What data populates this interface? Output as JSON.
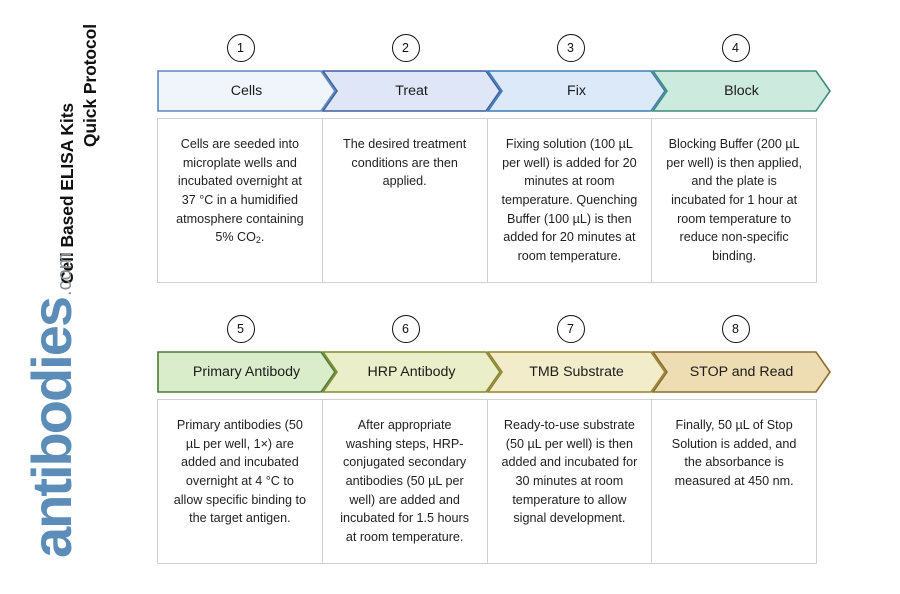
{
  "page": {
    "title_line1": "Cell Based ELISA Kits",
    "title_line2": "Quick Protocol"
  },
  "brand": {
    "name": "antibodies",
    "tld": ".com",
    "name_color": "#5b8db8",
    "tld_color": "#8a8f94"
  },
  "rows": [
    {
      "steps": [
        {
          "number": "1",
          "label": "Cells",
          "fill": "#f0f5fb",
          "stroke": "#5b87bd",
          "description": "Cells are seeded into microplate wells and incubated overnight at 37 °C in a humidified atmosphere containing 5% CO",
          "description_sub": "2",
          "description_tail": "."
        },
        {
          "number": "2",
          "label": "Treat",
          "fill": "#dfe6f7",
          "stroke": "#3f5fa0",
          "description": "The desired treatment conditions are then applied."
        },
        {
          "number": "3",
          "label": "Fix",
          "fill": "#dbe9f8",
          "stroke": "#3f7cb8",
          "description": "Fixing solution (100 µL per well) is added for 20 minutes at room temperature. Quenching Buffer (100 µL) is then added for 20 minutes at room temperature."
        },
        {
          "number": "4",
          "label": "Block",
          "fill": "#cdeade",
          "stroke": "#3f8c7a",
          "description": "Blocking Buffer (200 µL per well) is then applied, and the plate is incubated for 1 hour at room temperature to reduce non-specific binding."
        }
      ]
    },
    {
      "steps": [
        {
          "number": "5",
          "label": "Primary Antibody",
          "fill": "#d9edcb",
          "stroke": "#4d7a36",
          "description": "Primary antibodies (50 µL per well, 1×) are added and incubated overnight at 4 °C to allow specific binding to the target antigen."
        },
        {
          "number": "6",
          "label": "HRP Antibody",
          "fill": "#eaeec9",
          "stroke": "#7e8a32",
          "description": "After appropriate washing steps, HRP-conjugated secondary antibodies (50 µL per well) are added and incubated for 1.5 hours at room temperature."
        },
        {
          "number": "7",
          "label": "TMB Substrate",
          "fill": "#f2eccb",
          "stroke": "#9a8431",
          "description": "Ready-to-use substrate (50 µL per well) is then added and incubated for 30 minutes at room temperature to allow signal development."
        },
        {
          "number": "8",
          "label": "STOP and Read",
          "fill": "#eedcb3",
          "stroke": "#8c6b2f",
          "description": "Finally, 50 µL of Stop Solution is added, and the absorbance is measured at 450 nm."
        }
      ]
    }
  ]
}
